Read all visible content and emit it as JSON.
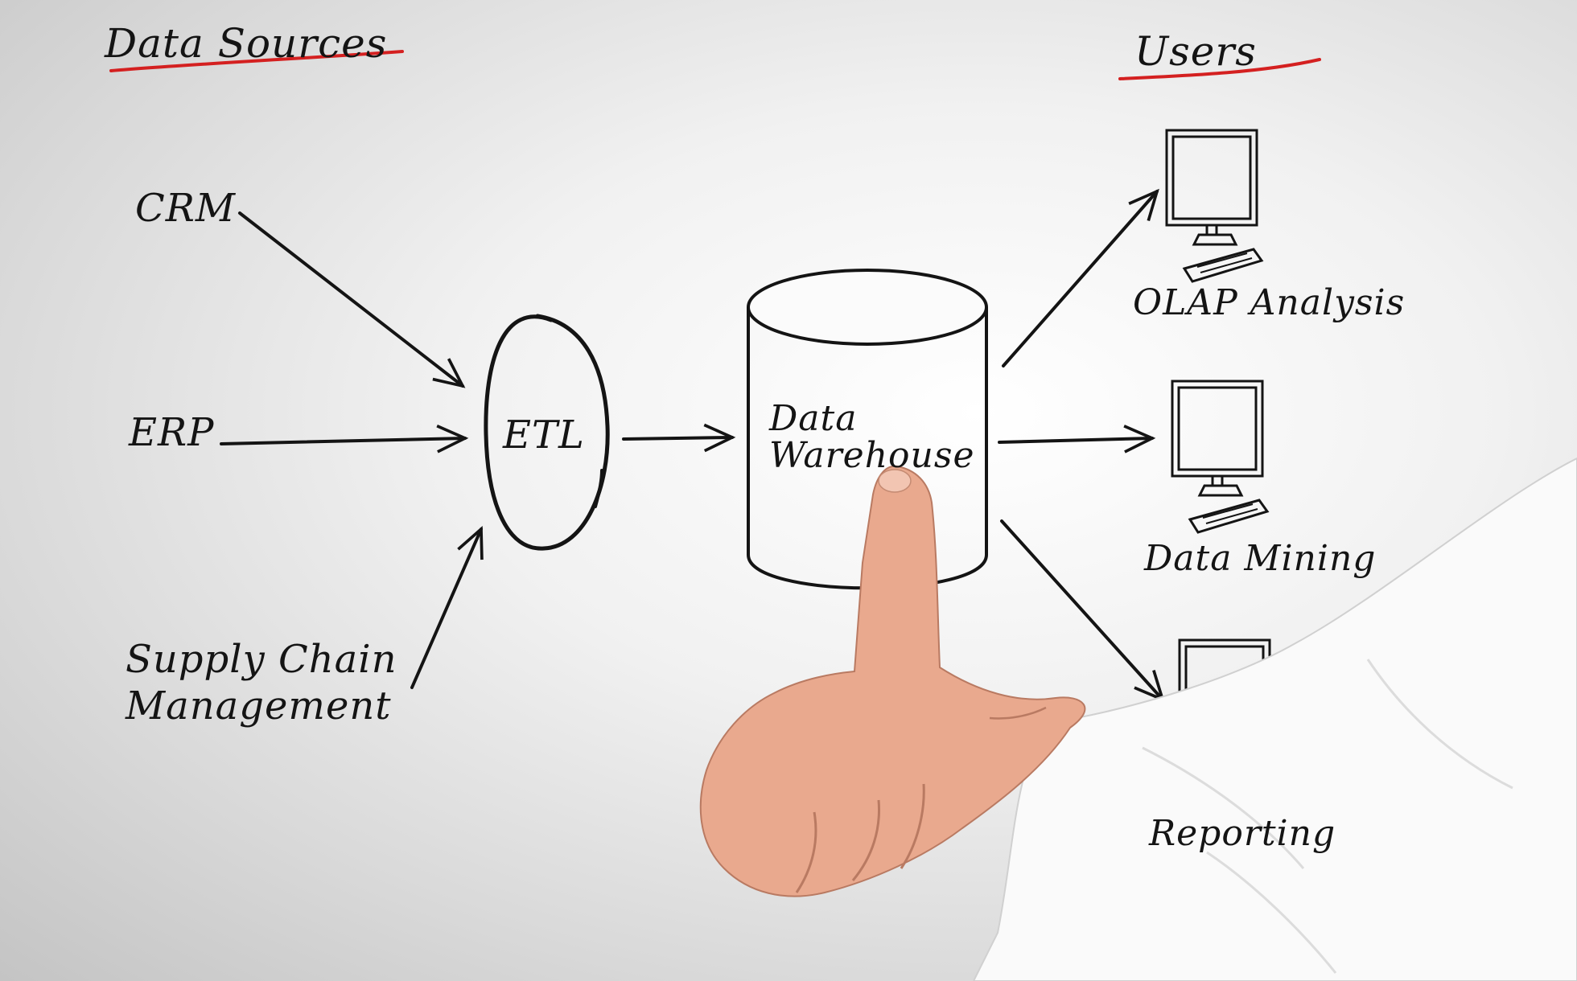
{
  "headers": {
    "sources": "Data Sources",
    "users": "Users"
  },
  "sources": [
    {
      "label": "CRM"
    },
    {
      "label": "ERP"
    },
    {
      "label_line1": "Supply Chain",
      "label_line2": "Management"
    }
  ],
  "etl": {
    "label": "ETL"
  },
  "warehouse": {
    "label_line1": "Data",
    "label_line2": "Warehouse"
  },
  "users": [
    {
      "label": "OLAP Analysis"
    },
    {
      "label": "Data Mining"
    },
    {
      "label": "Reporting"
    }
  ],
  "colors": {
    "ink": "#141414",
    "underline": "#d42020",
    "skin": "#e9a98e",
    "sleeve": "#fafafa"
  },
  "icons": [
    "computer-monitor-icon",
    "keyboard-icon",
    "arrow-icon",
    "pointing-hand"
  ]
}
